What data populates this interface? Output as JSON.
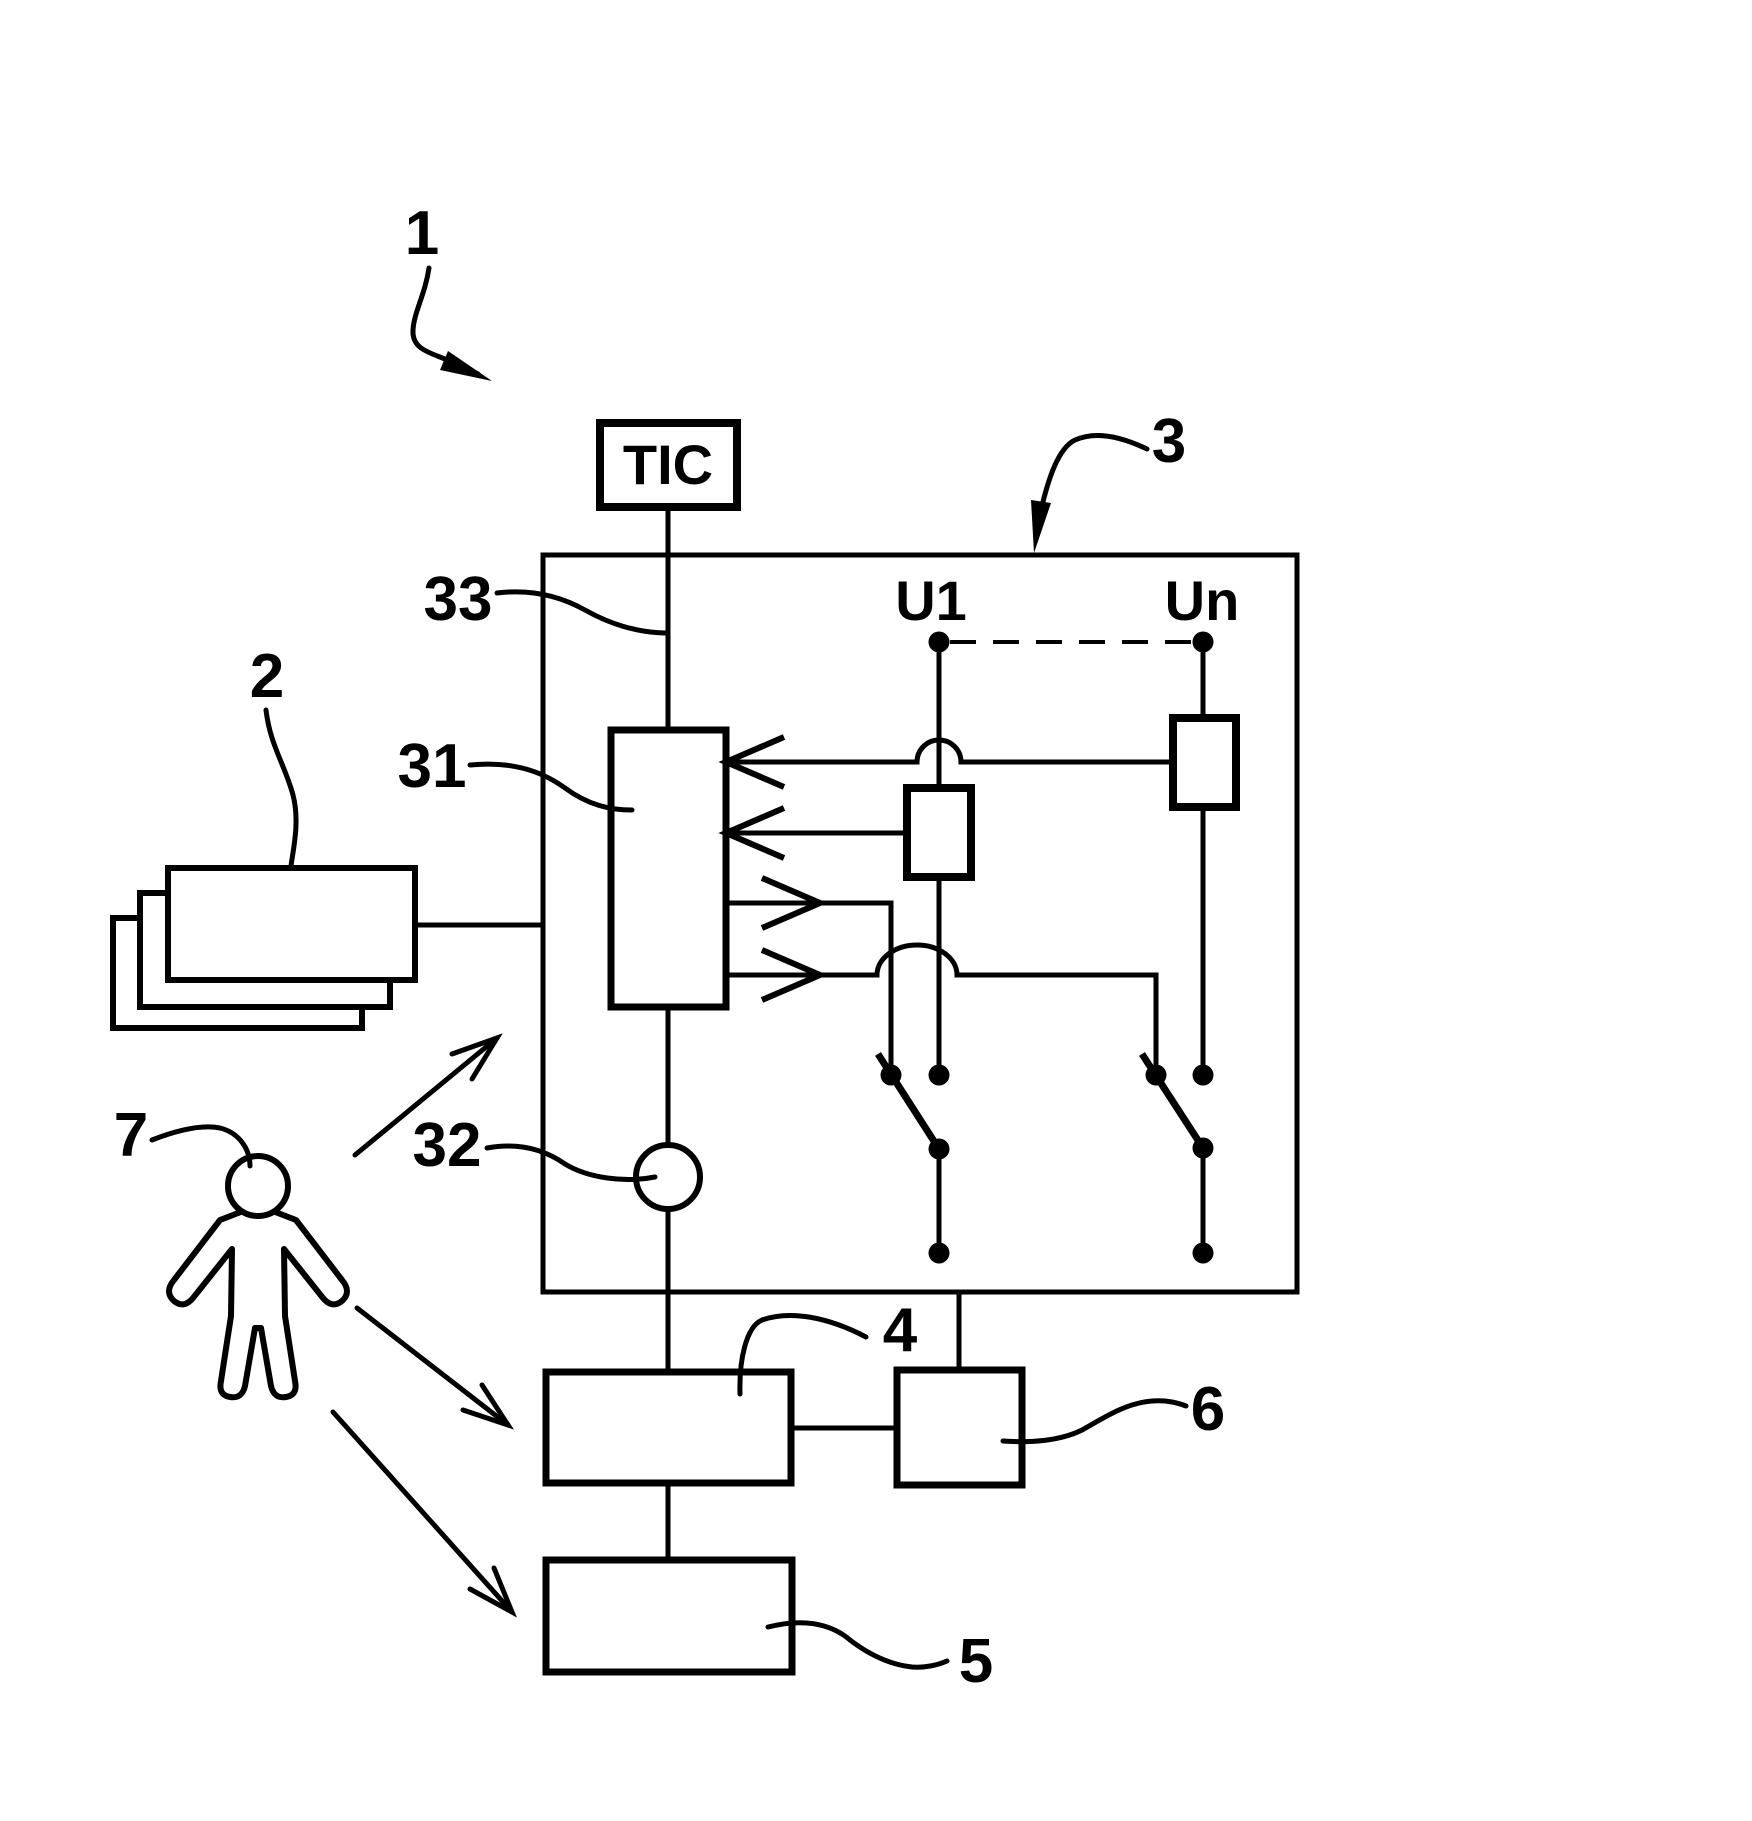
{
  "figure": {
    "background_color": "#ffffff",
    "line_color": "#000000",
    "texts": {
      "tic": "TIC",
      "u1": "U1",
      "un": "Un"
    },
    "labels": {
      "ref1": "1",
      "ref2": "2",
      "ref3": "3",
      "ref4": "4",
      "ref5": "5",
      "ref6": "6",
      "ref7": "7",
      "ref31": "31",
      "ref32": "32",
      "ref33": "33"
    }
  }
}
